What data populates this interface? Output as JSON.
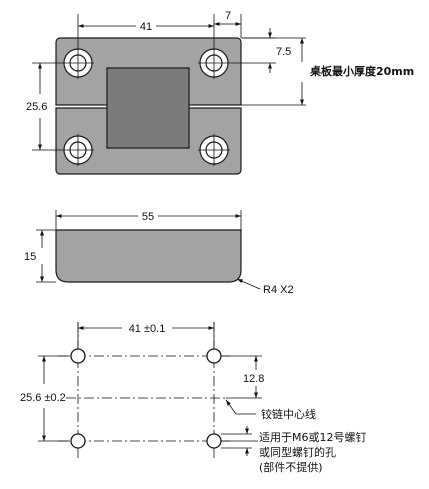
{
  "top_view": {
    "dim_width": "41",
    "dim_edge": "7",
    "dim_offset": "7.5",
    "dim_height": "25.6",
    "note_thickness": "桌板最小厚度20mm"
  },
  "side_view": {
    "dim_length": "55",
    "dim_height": "15",
    "radius_label": "R4 X2"
  },
  "hole_pattern": {
    "dim_spacing_x": "41 ±0.1",
    "dim_spacing_y": "25.6 ±0.2",
    "dim_half": "12.8",
    "label_centerline": "铰链中心线",
    "label_screws_line1": "适用于M6或12号螺钉",
    "label_screws_line2": "或同型螺钉的孔",
    "label_screws_line3": "(部件不提供)"
  },
  "colors": {
    "plate": "#a3a3a3",
    "block": "#7b7b7b",
    "outline": "#1a1a1a"
  }
}
